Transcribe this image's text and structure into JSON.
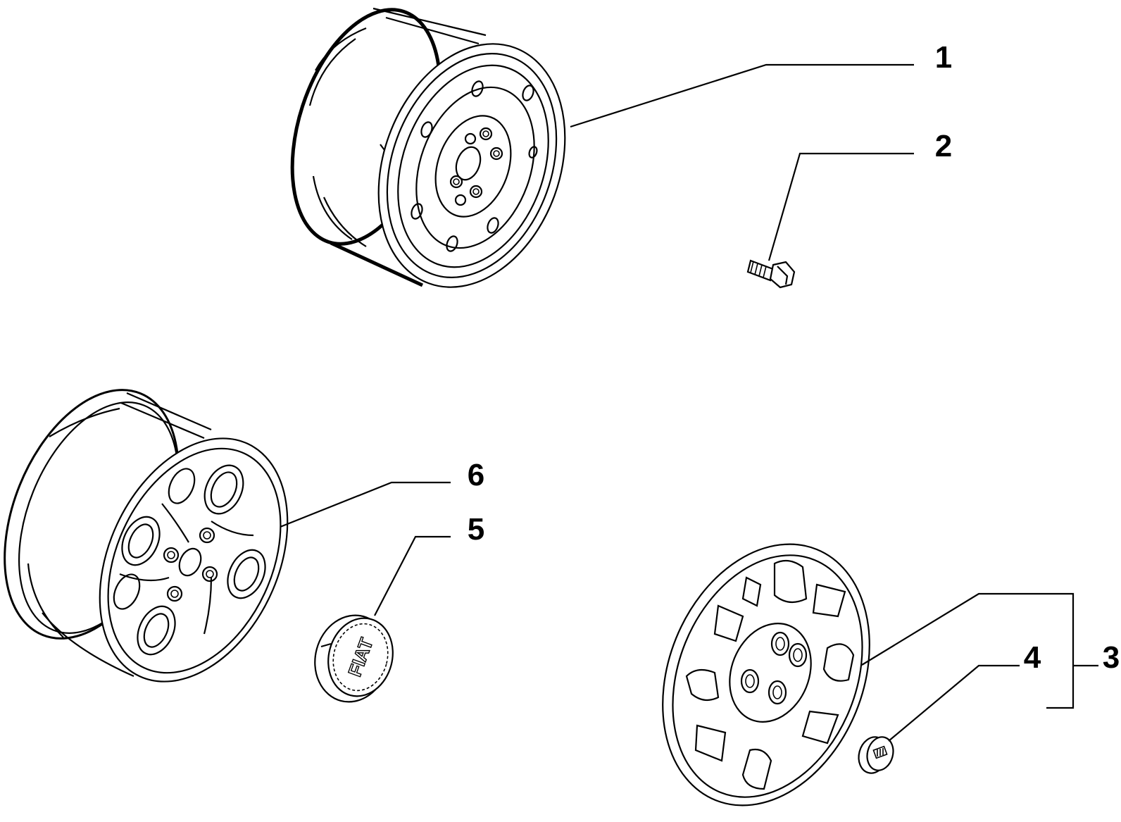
{
  "callouts": [
    {
      "id": "1",
      "label": "1"
    },
    {
      "id": "2",
      "label": "2"
    },
    {
      "id": "3",
      "label": "3"
    },
    {
      "id": "4",
      "label": "4"
    },
    {
      "id": "5",
      "label": "5"
    },
    {
      "id": "6",
      "label": "6"
    }
  ],
  "logos": {
    "center_cap": "FIAT"
  }
}
